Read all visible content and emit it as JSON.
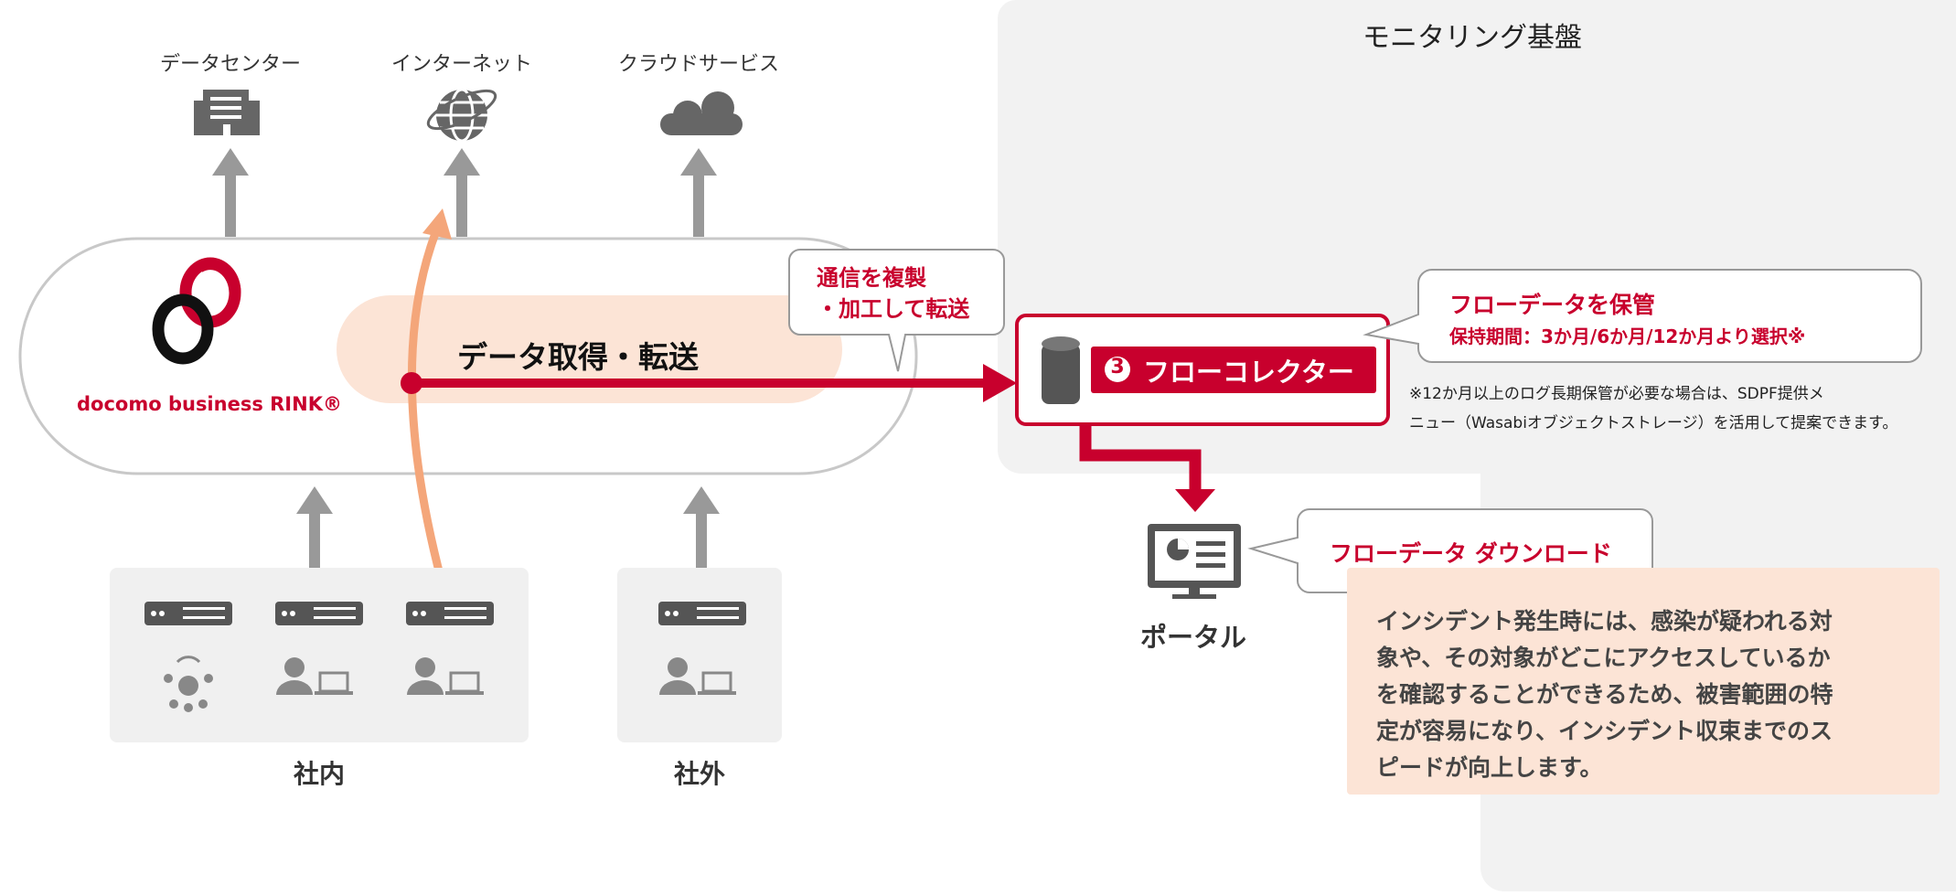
{
  "platform": {
    "title": "モニタリング基盤"
  },
  "destinations": [
    {
      "label": "データセンター",
      "icon": "building-icon"
    },
    {
      "label": "インターネット",
      "icon": "globe-icon"
    },
    {
      "label": "クラウドサービス",
      "icon": "cloud-icon"
    }
  ],
  "network": {
    "brand": "docomo business RINK®",
    "flow_label": "データ取得・転送"
  },
  "callout_copy": {
    "line1": "通信を複製",
    "line2": "・加工して転送"
  },
  "collector": {
    "number": "3",
    "label": "フローコレクター"
  },
  "storage": {
    "title": "フローデータを保管",
    "detail": "保持期間：3か月/6か月/12か月より選択※",
    "note1": "※12か月以上のログ長期保管が必要な場合は、SDPF提供メ",
    "note2": "ニュー（Wasabiオブジェクトストレージ）を活用して提案できます。"
  },
  "portal": {
    "label": "ポータル",
    "download": "フローデータ ダウンロード"
  },
  "benefit": {
    "lines": [
      "インシデント発生時には、感染が疑われる対",
      "象や、その対象がどこにアクセスしているか",
      "を確認することができるため、被害範囲の特",
      "定が容易になり、インシデント収束までのス",
      "ピードが向上します。"
    ]
  },
  "sources": {
    "internal": "社内",
    "external": "社外"
  },
  "colors": {
    "accent": "#c8002d",
    "orange": "#f4a67a",
    "peach": "#fce4d6",
    "gray": "#999999",
    "panel": "#f2f2f2"
  }
}
